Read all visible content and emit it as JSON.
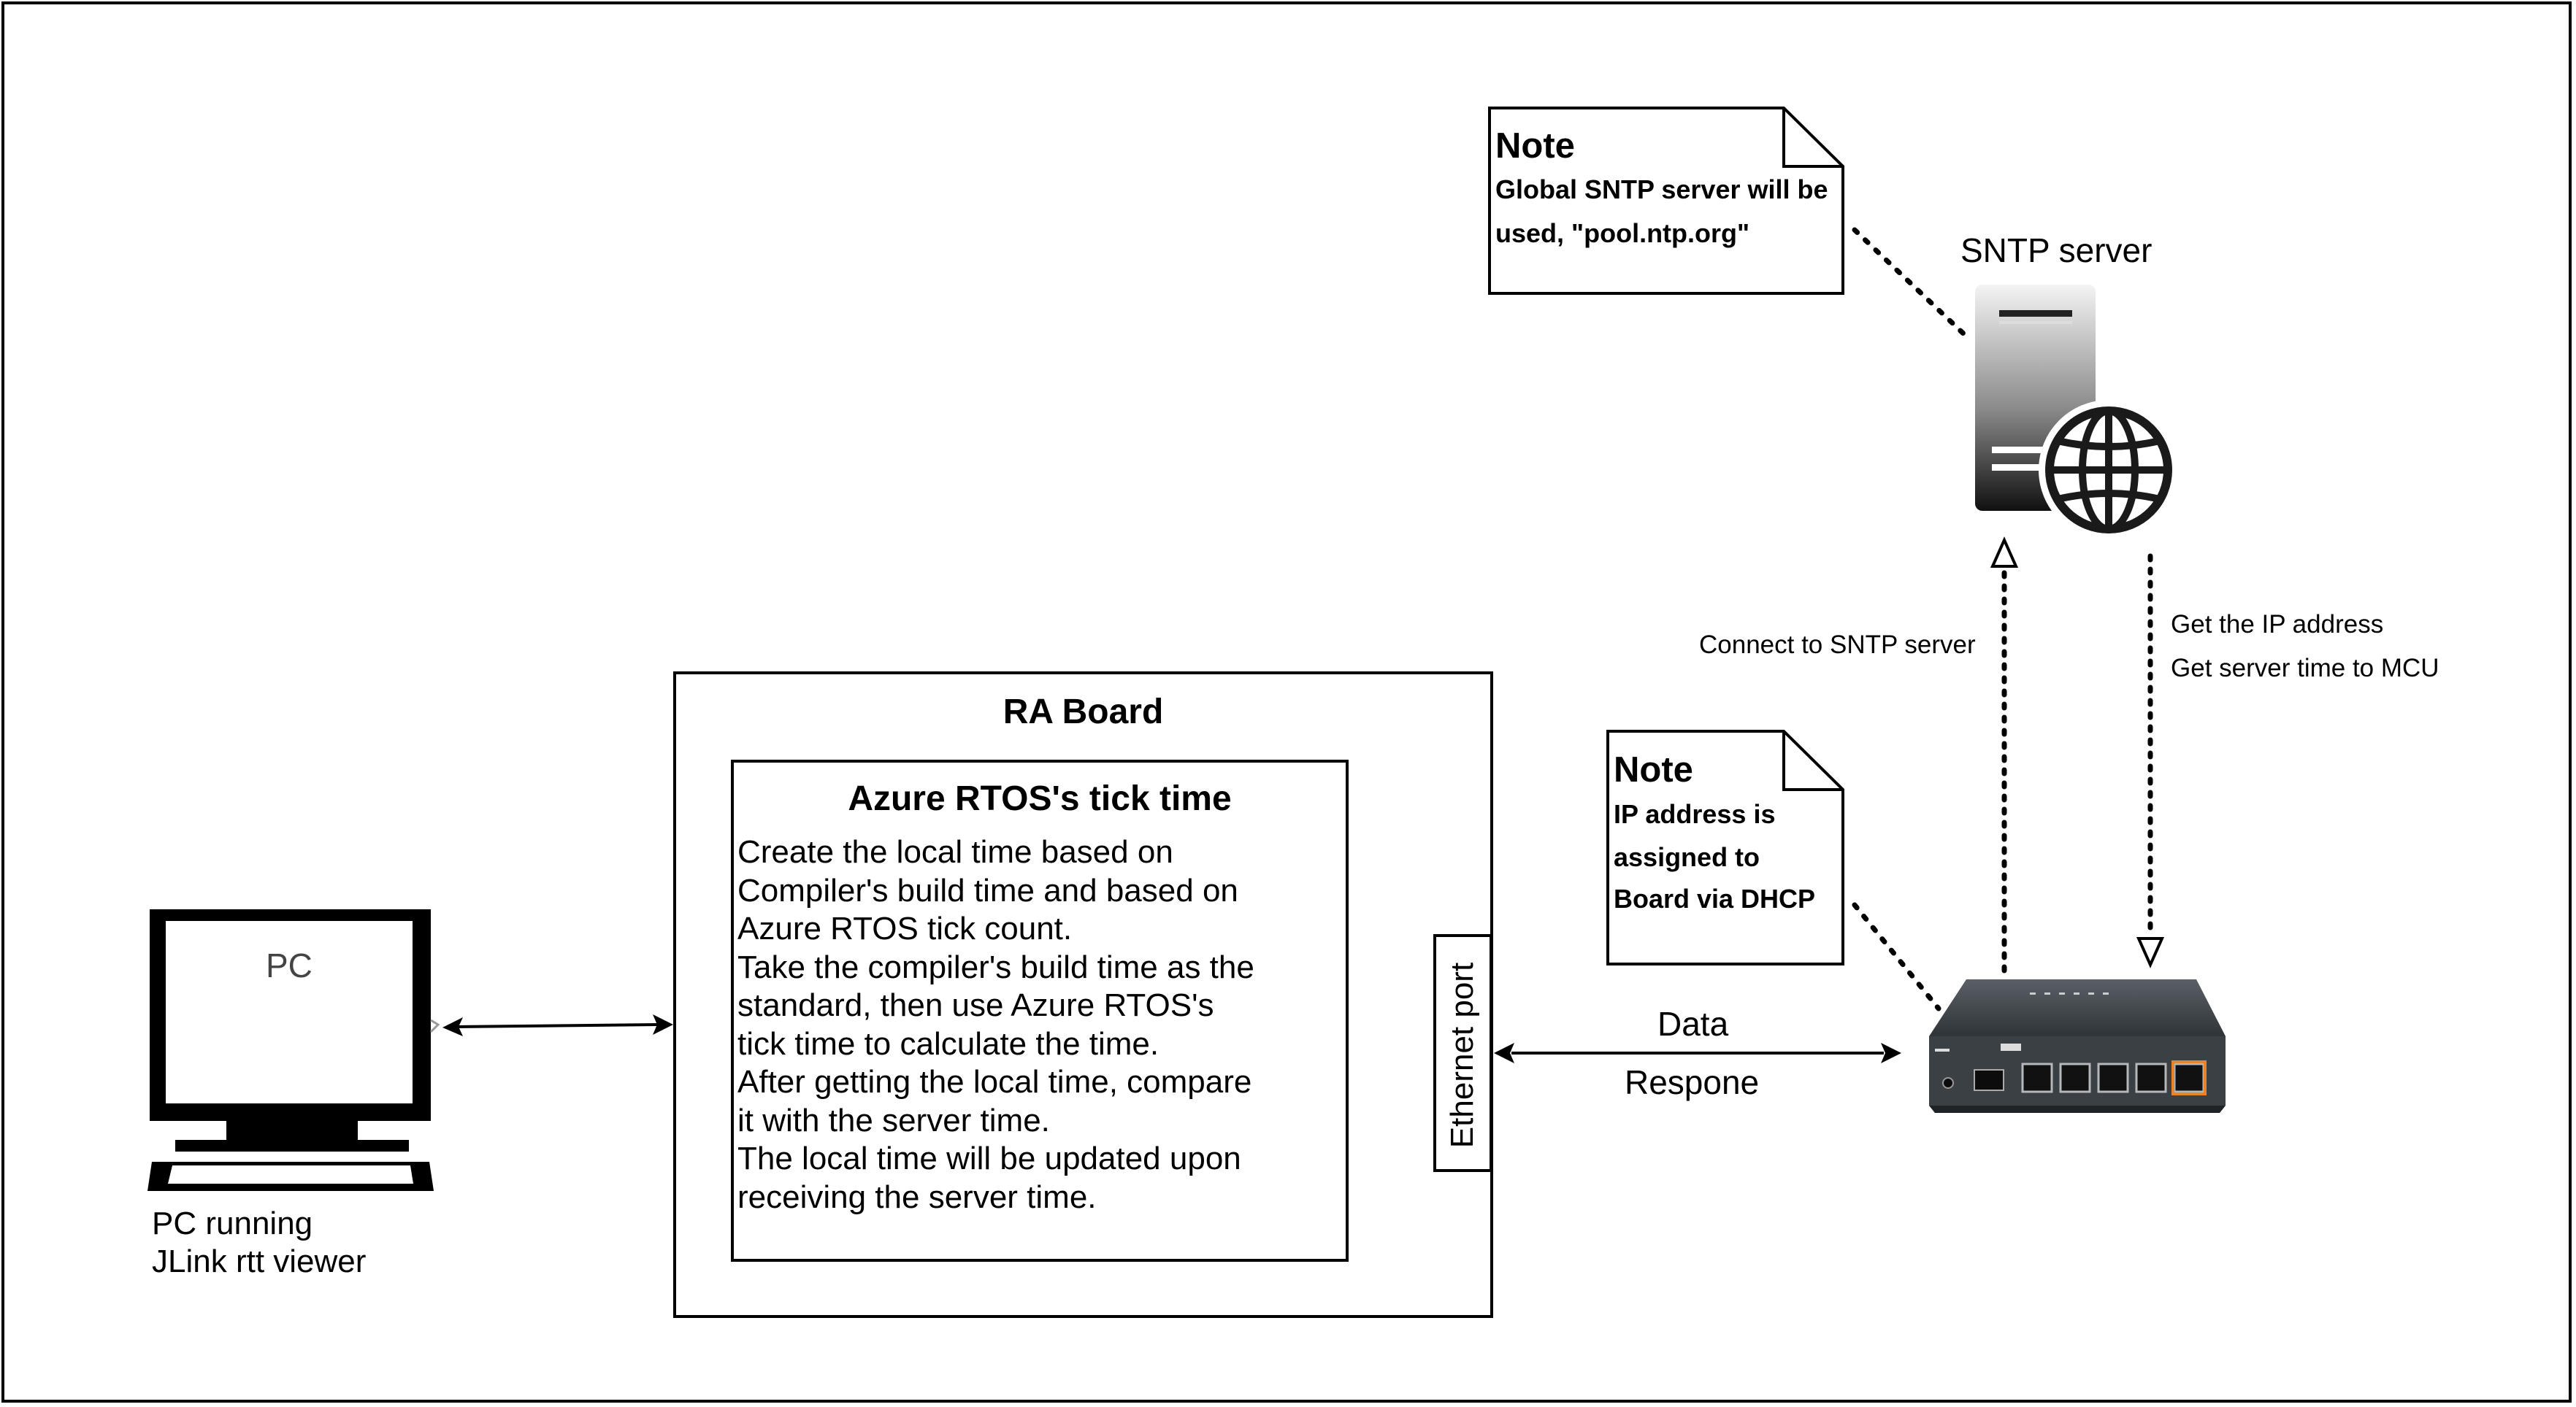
{
  "diagram": {
    "board": {
      "title": "RA Board",
      "inner_title": "Azure RTOS's tick time",
      "description_lines": [
        "Create the local time based on",
        "Compiler's build time and based on",
        "Azure RTOS tick count.",
        "Take the compiler's build time as the",
        "standard, then use Azure RTOS's",
        "tick time to calculate the time.",
        "After getting the local time, compare",
        "it with the server time.",
        "The local time will be updated upon",
        "receiving the server time."
      ],
      "ethernet_label": "Ethernet port"
    },
    "pc": {
      "screen_text": "PC",
      "caption_line1": "PC running",
      "caption_line2": "JLink rtt viewer"
    },
    "sntp_server": {
      "label": "SNTP server"
    },
    "note_sntp": {
      "title": "Note",
      "line1": "Global SNTP server will be",
      "line2": "used, \"pool.ntp.org\""
    },
    "note_dhcp": {
      "title": "Note",
      "line1": "IP address is",
      "line2": "assigned to",
      "line3": "Board via DHCP"
    },
    "edges": {
      "connect_label": "Connect to SNTP server",
      "get_ip_label": "Get the IP address",
      "get_time_label": "Get server time to MCU",
      "data_label": "Data",
      "response_label": "Respone"
    }
  }
}
